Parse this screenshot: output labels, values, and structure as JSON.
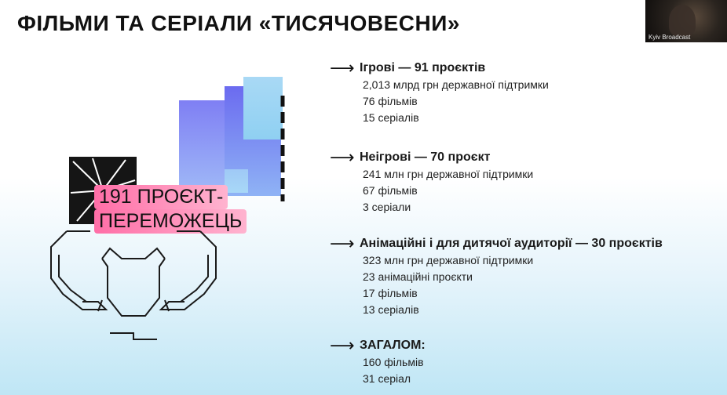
{
  "header": {
    "title": "ФІЛЬМИ ТА СЕРІАЛИ «ТИСЯЧОВЕСНИ»"
  },
  "webcam": {
    "label": "Kyiv Broadcast"
  },
  "badge": {
    "line1": "191 ПРОЄКТ-",
    "line2": "ПЕРЕМОЖЕЦЬ"
  },
  "arrow_glyph": "⟶",
  "sections": [
    {
      "title": "Ігрові — 91 проєктів",
      "lines": [
        "2,013 млрд грн державної підтримки",
        "76 фільмів",
        "15 серіалів"
      ]
    },
    {
      "title": "Неігрові — 70 проєкт",
      "lines": [
        "241 млн грн державної підтримки",
        "67 фільмів",
        "3 серіали"
      ]
    },
    {
      "title": "Анімаційні і для дитячої аудиторії — 30 проєктів",
      "lines": [
        "323 млн грн державної підтримки",
        "23 анімаційні проєкти",
        "17 фільмів",
        "13 серіалів"
      ]
    },
    {
      "title": "ЗАГАЛОМ:",
      "lines": [
        "160 фільмів",
        "31 серіал"
      ]
    }
  ],
  "colors": {
    "badge": "#ff7fb0",
    "blue_light": "#9ed0f2",
    "blue_mid": "#8c8cf5",
    "blue_dark": "#6f6ff0"
  }
}
